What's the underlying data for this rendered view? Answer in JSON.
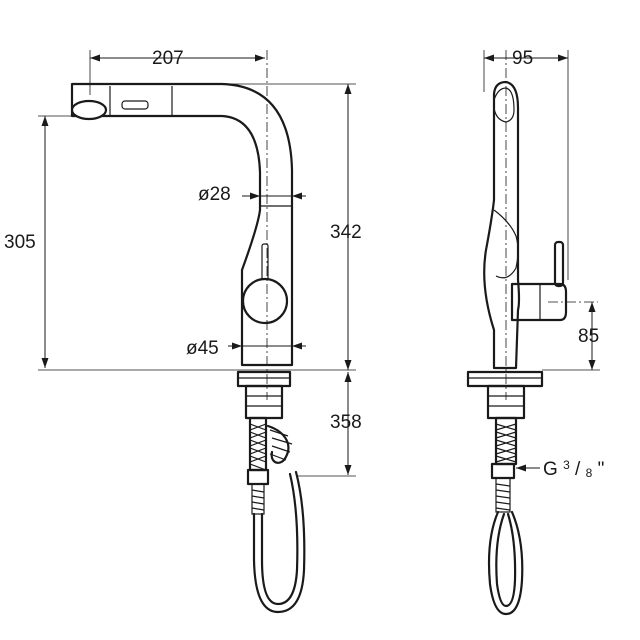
{
  "dimensions": {
    "spout_reach": "207",
    "body_depth": "95",
    "spout_height": "305",
    "total_height": "342",
    "hose_length": "358",
    "lever_height": "85",
    "tube_diameter": "ø28",
    "base_diameter": "ø45"
  },
  "thread": {
    "prefix": "G",
    "numerator": "3",
    "slash": "/",
    "denominator": "8",
    "suffix": "\""
  }
}
